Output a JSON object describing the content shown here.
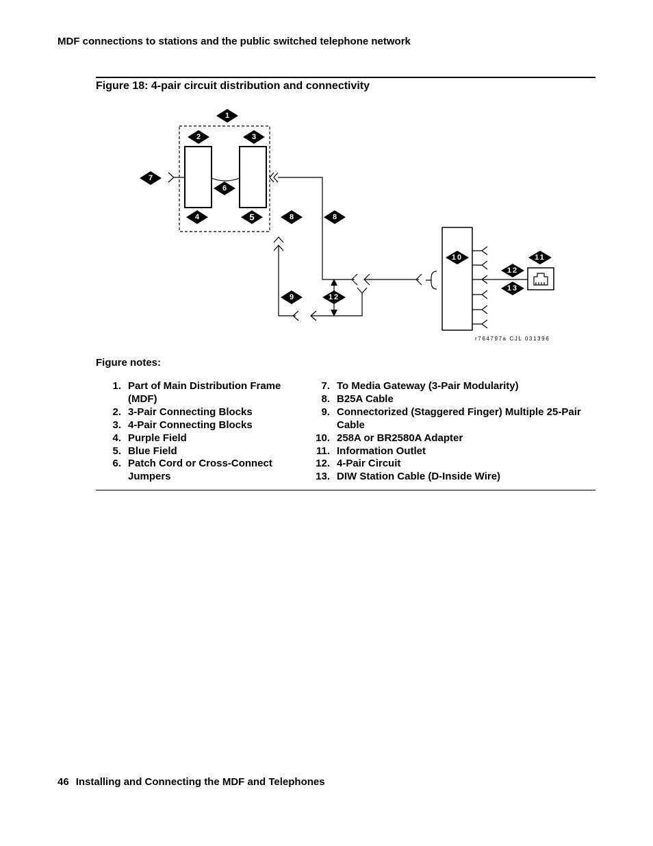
{
  "header": {
    "running_title": "MDF connections to stations and the public switched telephone network"
  },
  "figure": {
    "title": "Figure 18: 4-pair circuit distribution and connectivity",
    "callouts": [
      "1",
      "2",
      "3",
      "4",
      "5",
      "6",
      "7",
      "8",
      "8",
      "9",
      "10",
      "11",
      "12",
      "12",
      "13"
    ],
    "drawing_id": "r764797a CJL 031396"
  },
  "notes": {
    "heading": "Figure notes:",
    "left": [
      {
        "num": "1.",
        "text": "Part of Main Distribution Frame (MDF)"
      },
      {
        "num": "2.",
        "text": "3-Pair Connecting Blocks"
      },
      {
        "num": "3.",
        "text": "4-Pair Connecting Blocks"
      },
      {
        "num": "4.",
        "text": "Purple Field"
      },
      {
        "num": "5.",
        "text": "Blue Field"
      },
      {
        "num": "6.",
        "text": "Patch Cord or Cross-Connect Jumpers"
      }
    ],
    "right": [
      {
        "num": "7.",
        "text": "To Media Gateway (3-Pair Modularity)"
      },
      {
        "num": "8.",
        "text": "B25A Cable"
      },
      {
        "num": "9.",
        "text": "Connectorized (Staggered Finger) Multiple 25-Pair Cable"
      },
      {
        "num": "10.",
        "text": "258A or BR2580A Adapter"
      },
      {
        "num": "11.",
        "text": "Information Outlet"
      },
      {
        "num": "12.",
        "text": "4-Pair Circuit"
      },
      {
        "num": "13.",
        "text": "DIW Station Cable (D-Inside Wire)"
      }
    ]
  },
  "footer": {
    "page_number": "46",
    "chapter_title": "Installing and Connecting the MDF and Telephones"
  }
}
